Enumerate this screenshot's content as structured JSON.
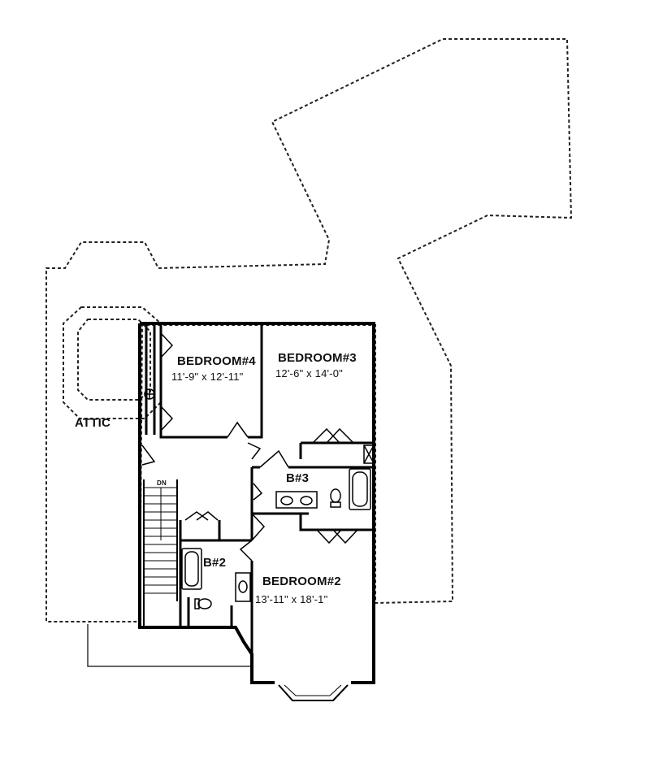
{
  "labels": {
    "attic": "ATTIC",
    "stair": "DN",
    "bedroom4": {
      "name": "BEDROOM#4",
      "dims": "11'-9\" x 12'-11\""
    },
    "bedroom3": {
      "name": "BEDROOM#3",
      "dims": "12'-6\" x 14'-0\""
    },
    "bedroom2": {
      "name": "BEDROOM#2",
      "dims": "13'-11\" x 18'-1\""
    },
    "bath3": "B#3",
    "bath2": "B#2"
  }
}
